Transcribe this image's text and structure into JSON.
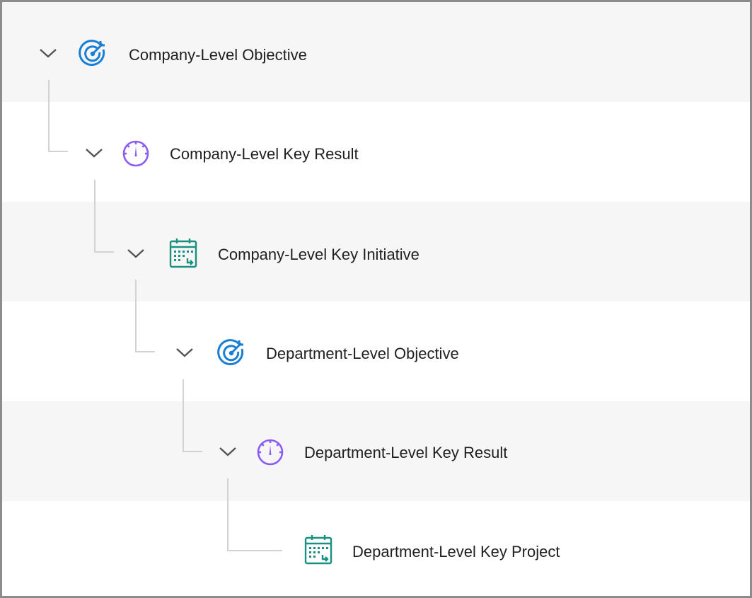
{
  "tree": {
    "items": [
      {
        "label": "Company-Level Objective",
        "icon": "target-icon",
        "color": "#1a7fd4",
        "expanded": true
      },
      {
        "label": "Company-Level Key Result",
        "icon": "gauge-icon",
        "color": "#8b5cf6",
        "expanded": true
      },
      {
        "label": "Company-Level Key Initiative",
        "icon": "project-calendar-icon",
        "color": "#1a9080",
        "expanded": true
      },
      {
        "label": "Department-Level Objective",
        "icon": "target-icon",
        "color": "#1a7fd4",
        "expanded": true
      },
      {
        "label": "Department-Level Key Result",
        "icon": "gauge-icon",
        "color": "#8b5cf6",
        "expanded": true
      },
      {
        "label": "Department-Level Key Project",
        "icon": "project-calendar-icon",
        "color": "#1a9080",
        "expanded": false
      }
    ]
  }
}
